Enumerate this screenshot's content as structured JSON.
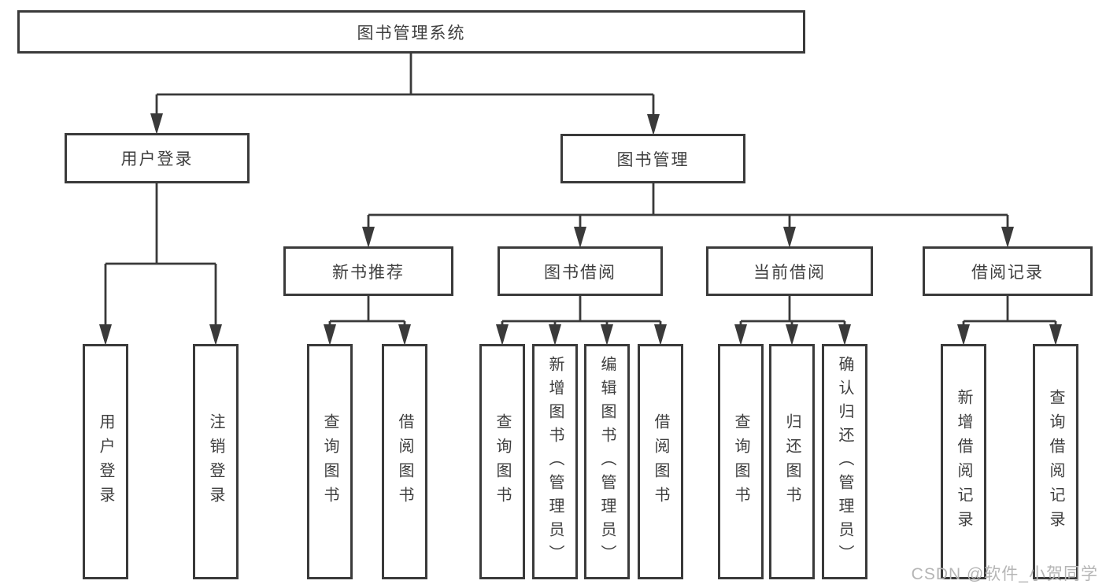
{
  "tree": {
    "root": {
      "label": "图书管理系统",
      "children": [
        {
          "label": "用户登录",
          "children": [
            {
              "label": "用户登录"
            },
            {
              "label": "注销登录"
            }
          ]
        },
        {
          "label": "图书管理",
          "children": [
            {
              "label": "新书推荐",
              "children": [
                {
                  "label": "查询图书"
                },
                {
                  "label": "借阅图书"
                }
              ]
            },
            {
              "label": "图书借阅",
              "children": [
                {
                  "label": "查询图书"
                },
                {
                  "label": "新增图书（管理员）"
                },
                {
                  "label": "编辑图书（管理员）"
                },
                {
                  "label": "借阅图书"
                }
              ]
            },
            {
              "label": "当前借阅",
              "children": [
                {
                  "label": "查询图书"
                },
                {
                  "label": "归还图书"
                },
                {
                  "label": "确认归还（管理员）"
                }
              ]
            },
            {
              "label": "借阅记录",
              "children": [
                {
                  "label": "新增借阅记录"
                },
                {
                  "label": "查询借阅记录"
                }
              ]
            }
          ]
        }
      ]
    }
  },
  "watermark": {
    "text": "CSDN @软件_小贺同学"
  },
  "colors": {
    "line": "#3a3a3a",
    "box_border": "#3a3a3a",
    "text": "#3f3f3f",
    "watermark": "#b5b5b5",
    "background": "#ffffff"
  }
}
